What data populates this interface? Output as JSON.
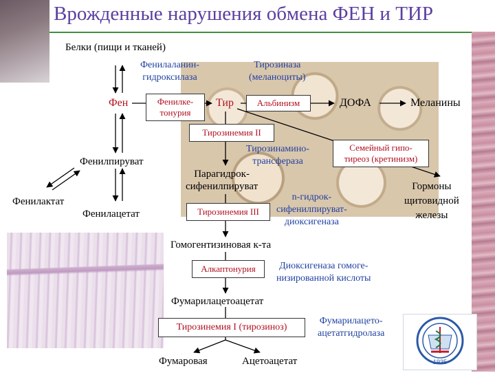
{
  "title": "Врожденные нарушения обмена ФЕН и ТИР",
  "nodes": {
    "proteins": "Белки (пищи и тканей)",
    "phe": "Фен",
    "tyr": "Тир",
    "dopa": "ДОФА",
    "melanins": "Меланины",
    "phenylpyruvate": "Фенилпируват",
    "phenyllactate": "Фенилактат",
    "phenylacetate": "Фенилацетат",
    "hppa": "Парагидрок-\nсифенилпируват",
    "homogentisic": "Гомогентизиновая к-та",
    "fumarylacetoacetate": "Фумарилацетоацетат",
    "fumarate": "Фумаровая",
    "acetoacetate": "Ацетоацетат",
    "thyroid_hormones": "Гормоны\nщитовидной\nжелезы"
  },
  "enzymes": {
    "pah": "Фенилаланин-\nгидроксилаза",
    "tyrosinase": "Тирозиназа\n(меланоциты)",
    "tat": "Тирозинамино-\nтрансфераза",
    "hppd": "n-гидрок-\nсифенилпируват-\nдиоксигеназа",
    "hgd": "Диоксигеназа гомоге-\nнизированной кислоты",
    "fah": "Фумарилацето-\nацетатгидролаза"
  },
  "disorders": {
    "pku": "Фенилке-\nтонурия",
    "albinism": "Альбинизм",
    "tyr2": "Тирозинемия II",
    "hypothyroid": "Семейный гипо-\nтиреоз (кретинизм)",
    "tyr3": "Тирозинемия III",
    "alkaptonuria": "Алкаптонурия",
    "tyr1": "Тирозинемия I (тирозиноз)"
  },
  "logo_text": "1935"
}
